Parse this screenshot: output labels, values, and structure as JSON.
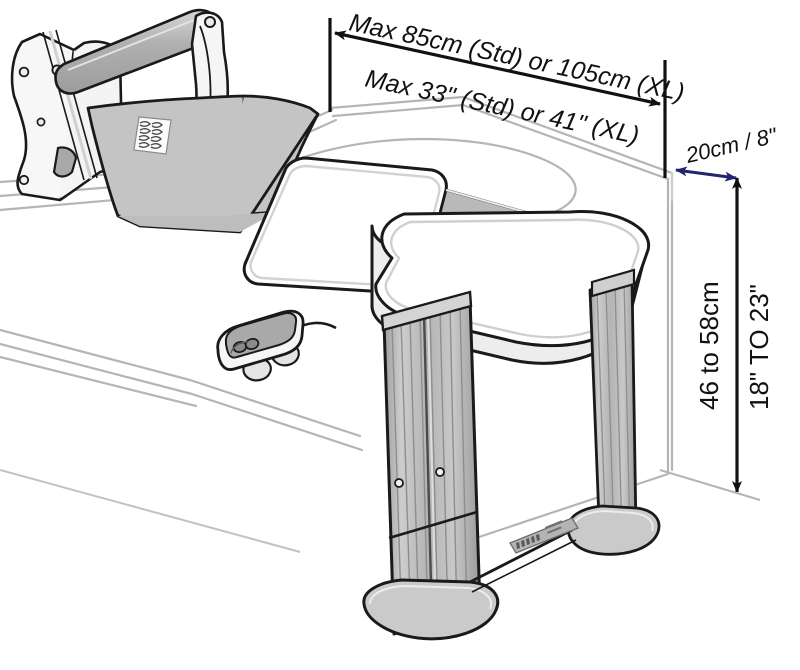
{
  "diagram": {
    "title": "Bath lift seat dimension diagram",
    "subject": "bath-lift-chair",
    "background_color": "#ffffff",
    "line_color": "#1a1a1a",
    "fabric_color": "#c4c4c4",
    "panel_color": "#ffffff",
    "metal_color": "#b8b8b8",
    "bath_rim_color": "#b5b5b5",
    "accent_arrow_color": "#2a2a6e"
  },
  "dimensions": {
    "width_metric": "Max 85cm (Std) or 105cm (XL)",
    "width_imperial": "Max 33\" (Std) or 41\" (XL)",
    "depth_combined": "20cm / 8\"",
    "height_metric": "46 to 58cm",
    "height_imperial": "18\" TO 23\""
  },
  "parts": {
    "backrest": "backrest-panel",
    "backrest_label": "backrest-care-label",
    "seat": "seat-panel",
    "seat_cushion": "seat-cushion",
    "mounting_bracket": "wall-mount-bracket",
    "support_bar": "backrest-support-bar",
    "remote": "hand-control-remote",
    "remote_cable": "remote-cable",
    "column_front": "lift-column-front",
    "column_rear": "lift-column-rear",
    "foot_front": "base-foot-front",
    "foot_rear": "base-foot-rear",
    "brand_plate": "brand-logo-plate",
    "bath": "bathtub-outline"
  }
}
